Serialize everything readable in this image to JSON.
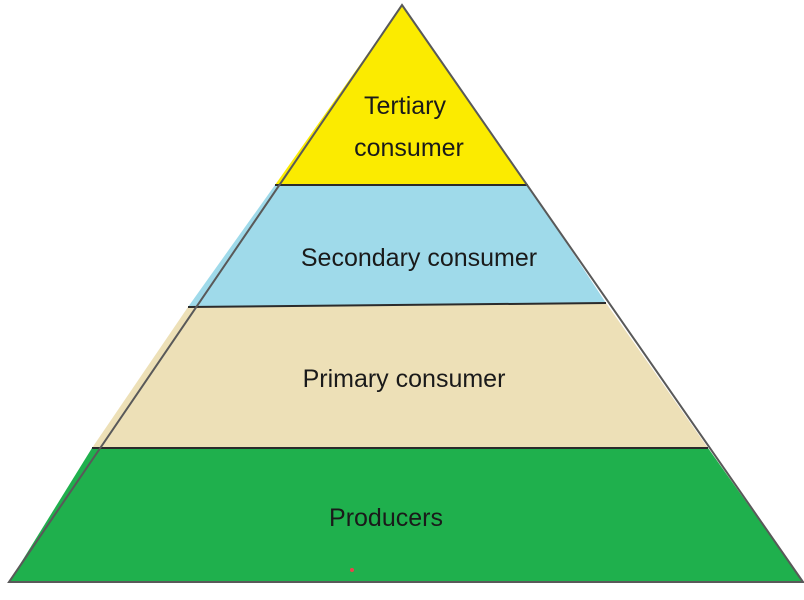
{
  "pyramid": {
    "levels": [
      {
        "label_lines": [
          "Tertiary",
          "consumer"
        ],
        "color": "#fbeb00"
      },
      {
        "label_lines": [
          "Secondary consumer"
        ],
        "color": "#9fdaea"
      },
      {
        "label_lines": [
          "Primary consumer"
        ],
        "color": "#ede0b7"
      },
      {
        "label_lines": [
          "Producers"
        ],
        "color": "#1fb04d"
      }
    ],
    "outline_color": "#595959",
    "marker_color": "#e8434b"
  }
}
